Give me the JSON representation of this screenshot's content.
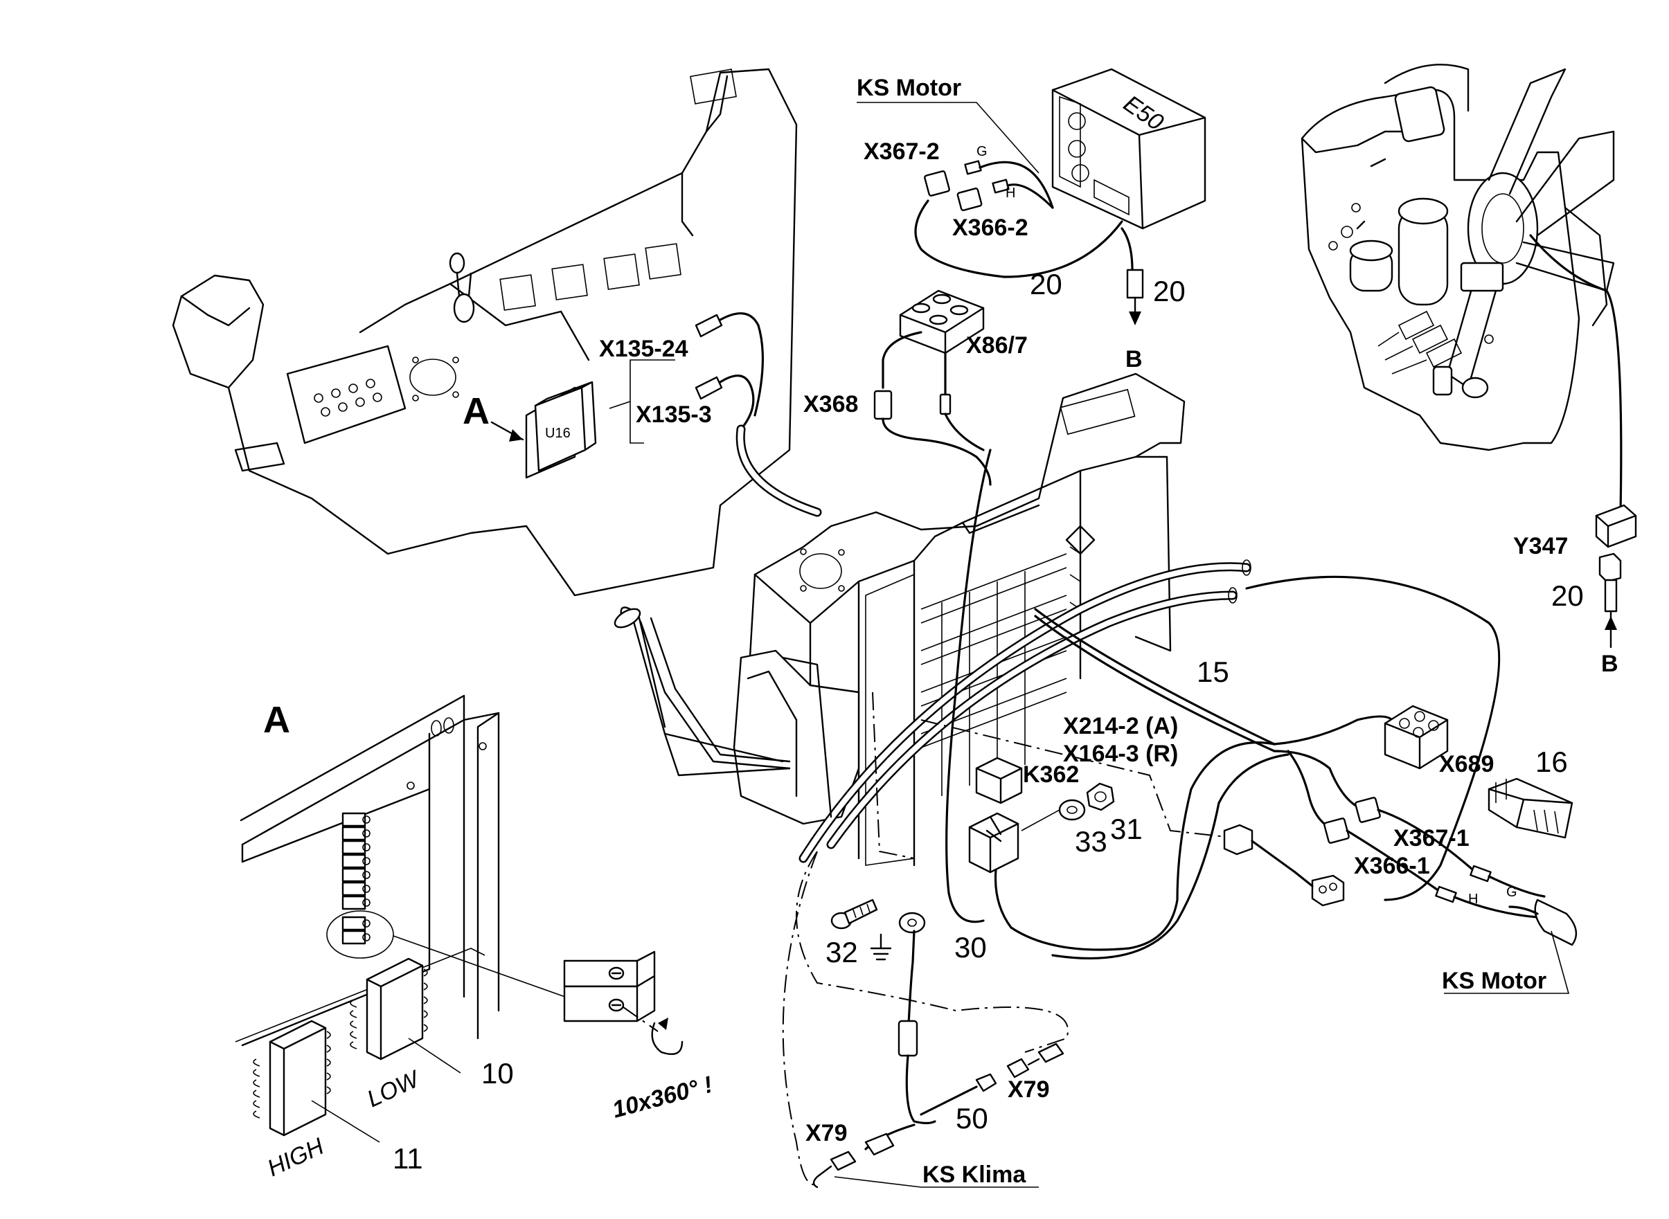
{
  "labels": {
    "ks_motor_top": "KS Motor",
    "e50": "E50",
    "x367_2": "X367-2",
    "x366_2": "X366-2",
    "g_top": "G",
    "h_top": "H",
    "n20_a": "20",
    "n20_b": "20",
    "b_top": "B",
    "x86_7": "X86/7",
    "x368": "X368",
    "x135_24": "X135-24",
    "x135_3": "X135-3",
    "u16": "U16",
    "a_arrow": "A",
    "y347": "Y347",
    "n20_c": "20",
    "b_right": "B",
    "n15": "15",
    "x214_2": "X214-2 (A)",
    "x164_3": "X164-3 (R)",
    "k362": "K362",
    "n33": "33",
    "n31": "31",
    "x689": "X689",
    "n16": "16",
    "x367_1": "X367-1",
    "x366_1": "X366-1",
    "h_right": "H",
    "g_right": "G",
    "ks_motor_right": "KS Motor",
    "n32": "32",
    "n30": "30",
    "x79_a": "X79",
    "n50": "50",
    "x79_b": "X79",
    "ks_klima": "KS Klima",
    "detail_a": "A",
    "n10": "10",
    "n11": "11",
    "low": "LOW",
    "high": "HIGH",
    "rotation": "10x360° !"
  }
}
